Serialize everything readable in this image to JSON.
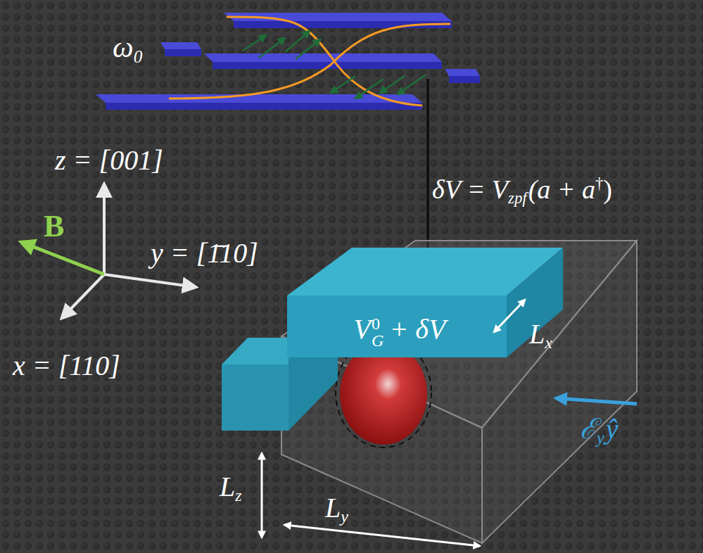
{
  "diagram": {
    "nodes": [
      {
        "text": [
          "V",
          "0",
          "G",
          "+ δV"
        ]
      }
    ],
    "labels": [
      "ω",
      "0",
      "z = [001]",
      "y = [1̄10]",
      "x = [110]",
      "B",
      "δV = V",
      "zpf",
      "(a + a",
      "†",
      ")",
      "L",
      "x",
      "L",
      "y",
      "L",
      "z",
      "ℰ",
      "y",
      "ŷ"
    ]
  }
}
